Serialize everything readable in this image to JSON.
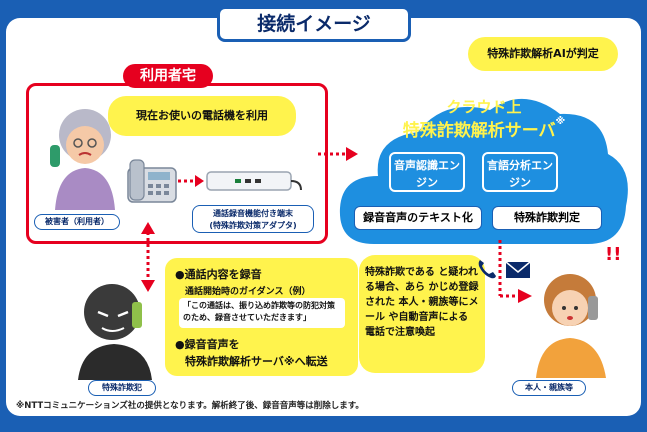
{
  "title": "接続イメージ",
  "home_label": "利用者宅",
  "victim_bubble": "現在お使いの電話機を利用",
  "victim_label": "被害者（利用者）",
  "adapter_label_1": "通話録音機能付き端末",
  "adapter_label_2": "(特殊詐欺対策アダプタ)",
  "ai_bubble": "特殊詐欺解析AIが判定",
  "cloud_title_1": "クラウド上",
  "cloud_title_2": "特殊詐欺解析サーバ",
  "cloud_asterisk": "※",
  "engine_voice": "音声認識エンジン",
  "engine_lang": "言語分析エンジン",
  "tag_text": "録音音声のテキスト化",
  "tag_judge": "特殊詐欺判定",
  "record_title": "●通話内容を録音",
  "guidance_title": "通話開始時のガイダンス（例）",
  "guidance_text": "「この通話は、振り込め詐欺等の防犯対策のため、録音させていただきます」",
  "transfer_1": "●録音音声を",
  "transfer_2": "特殊詐欺解析サーバ※へ転送",
  "scammer_label": "特殊詐欺犯",
  "alert_text": "特殊詐欺である と疑われる場合、あら かじめ登録された 本人・親族等にメール や自動音声による 電話で注意喚起",
  "family_label": "本人・親族等",
  "exclaim": "!!",
  "footnote": "※NTTコミュニケーションズ社の提供となります。解析終了後、録音音声等は削除します。",
  "colors": {
    "frame": "#1a5fb4",
    "cloud": "#1e8fe0",
    "red": "#e6001f",
    "yellow": "#fff34d"
  }
}
